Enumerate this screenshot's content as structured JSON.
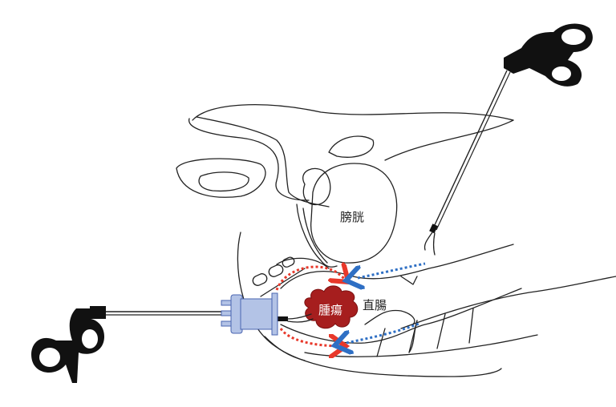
{
  "labels": {
    "bladder": "膀胱",
    "tumor": "腫瘍",
    "rectum": "直腸"
  },
  "colors": {
    "tumor_fill": "#a61e1e",
    "port_fill": "#b3c3e6",
    "port_stroke": "#4a64b0",
    "red_arrow": "#e8382a",
    "blue_arrow": "#2e6fc4",
    "instrument": "#111111"
  },
  "icons": [
    "left-grasper-icon",
    "right-grasper-icon",
    "transanal-port-icon",
    "tumor-icon"
  ]
}
